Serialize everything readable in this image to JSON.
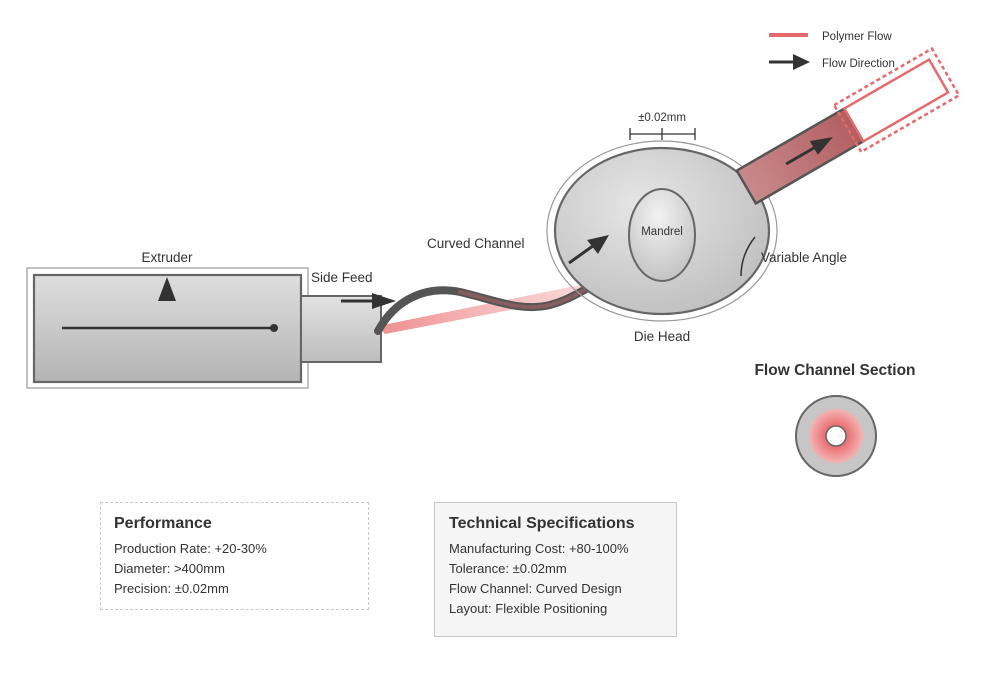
{
  "legend": {
    "polymer_flow": "Polymer Flow",
    "flow_direction": "Flow Direction"
  },
  "labels": {
    "extruder": "Extruder",
    "side_feed": "Side Feed",
    "curved_channel": "Curved Channel",
    "die_head": "Die Head",
    "mandrel": "Mandrel",
    "variable_angle": "Variable Angle",
    "tolerance_dim": "±0.02mm",
    "section_title": "Flow Channel Section"
  },
  "performance": {
    "title": "Performance",
    "items": [
      "Production Rate: +20-30%",
      "Diameter: >400mm",
      "Precision: ±0.02mm"
    ]
  },
  "specs": {
    "title": "Technical Specifications",
    "items": [
      "Manufacturing Cost: +80-100%",
      "Tolerance: ±0.02mm",
      "Flow Channel: Curved Design",
      "Layout: Flexible Positioning"
    ]
  },
  "colors": {
    "polymer": "#e8696b",
    "outline": "#666666",
    "arrow": "#333333",
    "body_fill": "#cfcfcf"
  }
}
